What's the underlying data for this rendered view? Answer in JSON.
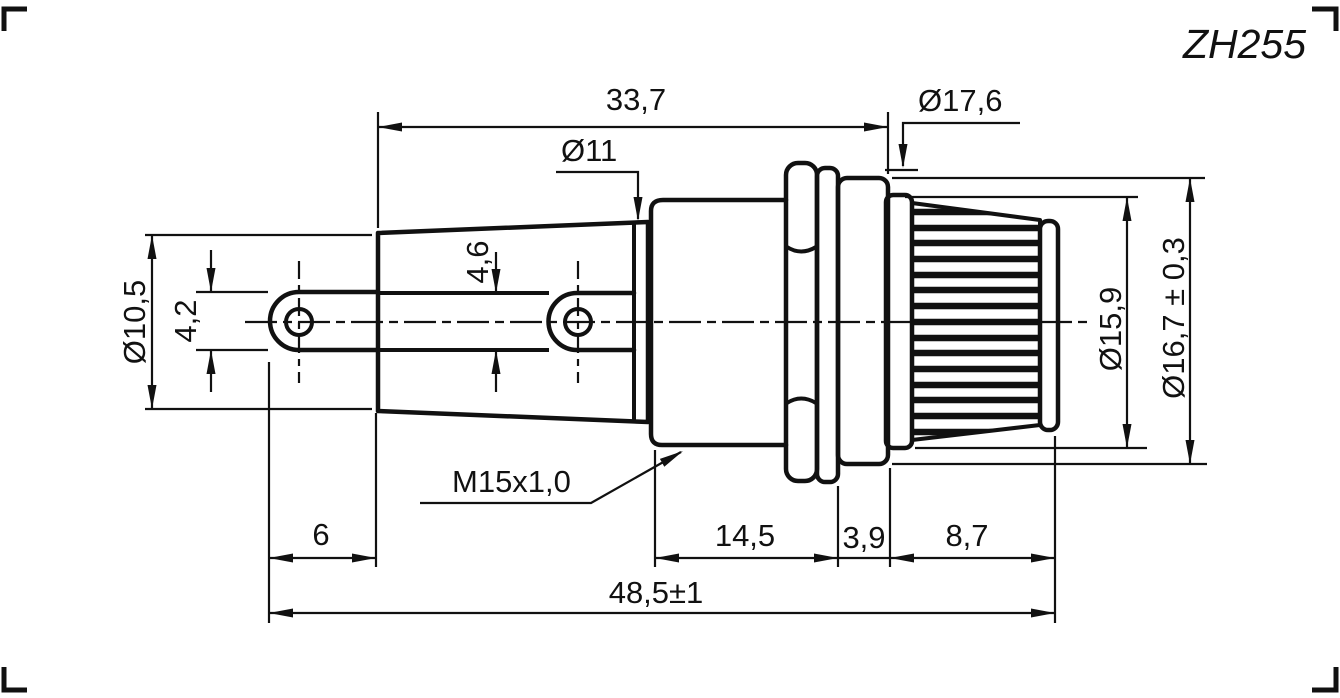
{
  "drawing": {
    "title": "ZH255",
    "labels": {
      "len_33_7": "33,7",
      "dia_17_6": "Ø17,6",
      "dia_11": "Ø11",
      "dia_10_5": "Ø10,5",
      "h_4_2": "4,2",
      "h_4_6": "4,6",
      "dia_15_9": "Ø15,9",
      "dia_16_7": "Ø16,7 ± 0,3",
      "thread": "M15x1,0",
      "len_6": "6",
      "len_14_5": "14,5",
      "len_3_9": "3,9",
      "len_8_7": "8,7",
      "len_total": "48,5±1"
    },
    "colors": {
      "ink": "#111111",
      "paper": "#ffffff"
    }
  }
}
